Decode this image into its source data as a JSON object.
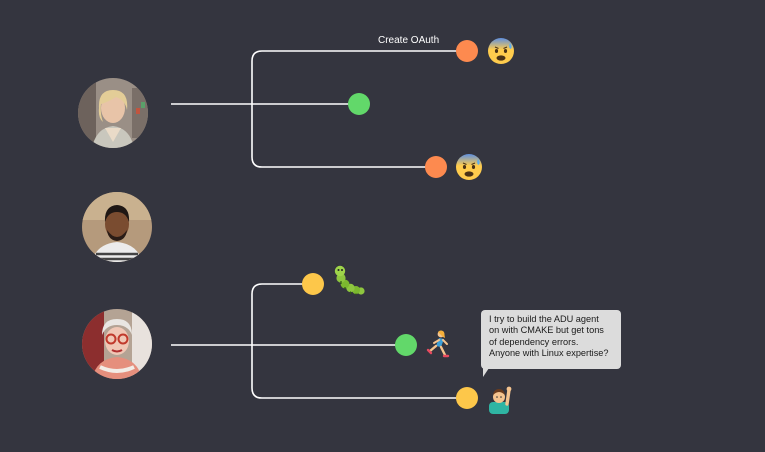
{
  "people": [
    {
      "avatar_icon": "woman-blonde-avatar-icon",
      "branches": [
        {
          "color": "#fd8a4f",
          "label": "Create OAuth",
          "emoji_icon": "anxious-sweat-face-icon"
        },
        {
          "color": "#62d86a",
          "label": "",
          "emoji_icon": ""
        },
        {
          "color": "#fd8a4f",
          "label": "",
          "emoji_icon": "anxious-sweat-face-icon"
        }
      ]
    },
    {
      "avatar_icon": "man-beard-avatar-icon",
      "branches": []
    },
    {
      "avatar_icon": "woman-glasses-avatar-icon",
      "branches": [
        {
          "color": "#fdc74a",
          "label": "",
          "emoji_icon": "caterpillar-bug-icon"
        },
        {
          "color": "#62d86a",
          "label": "",
          "emoji_icon": "runner-icon"
        },
        {
          "color": "#fdc74a",
          "label": "",
          "emoji_icon": "person-raising-hand-icon"
        }
      ]
    }
  ],
  "speech_bubble": {
    "lines": [
      "I try to build the ADU agent",
      "on with CMAKE but get tons",
      "of dependency errors.",
      "Anyone with Linux expertise?"
    ]
  },
  "colors": {
    "background": "#34353f",
    "line": "#ffffff",
    "orange": "#fd8a4f",
    "green": "#62d86a",
    "yellow": "#fdc74a"
  }
}
